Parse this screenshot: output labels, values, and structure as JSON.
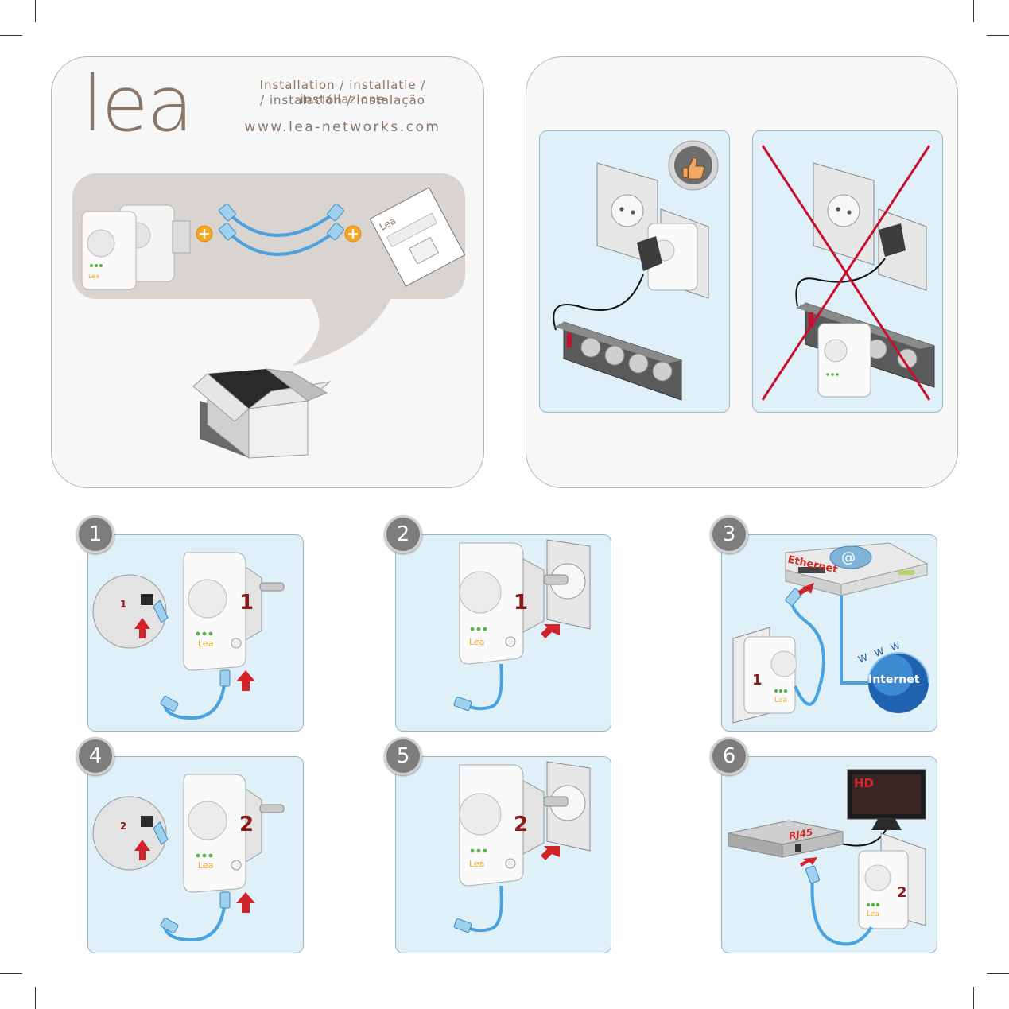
{
  "brand": {
    "logo_text": "lea"
  },
  "header": {
    "install_line1": "Installation / installatie / installazione",
    "install_line2": "/ instalación / instalação",
    "url": "www.lea-networks.com"
  },
  "kit": {
    "plus_symbol": "+"
  },
  "steps": [
    {
      "number": "1",
      "plug_label": "1",
      "inset_label": "1"
    },
    {
      "number": "2",
      "plug_label": "1"
    },
    {
      "number": "3",
      "plug_label": "1",
      "router_label": "Ethernet",
      "www_label": "W W W",
      "internet_label": "Internet"
    },
    {
      "number": "4",
      "plug_label": "2",
      "inset_label": "2"
    },
    {
      "number": "5",
      "plug_label": "2"
    },
    {
      "number": "6",
      "plug_label": "2",
      "tv_label": "HD",
      "box_label": "RJ45"
    }
  ],
  "icons": [
    "thumbs-up-icon",
    "cross-out-icon",
    "arrow-icon",
    "globe-icon"
  ],
  "colors": {
    "brand": "#8a7668",
    "accent_red": "#c8102e",
    "step_bg": "#dff0f8",
    "cable_blue": "#4aa3df",
    "plus_orange": "#f5a623"
  }
}
